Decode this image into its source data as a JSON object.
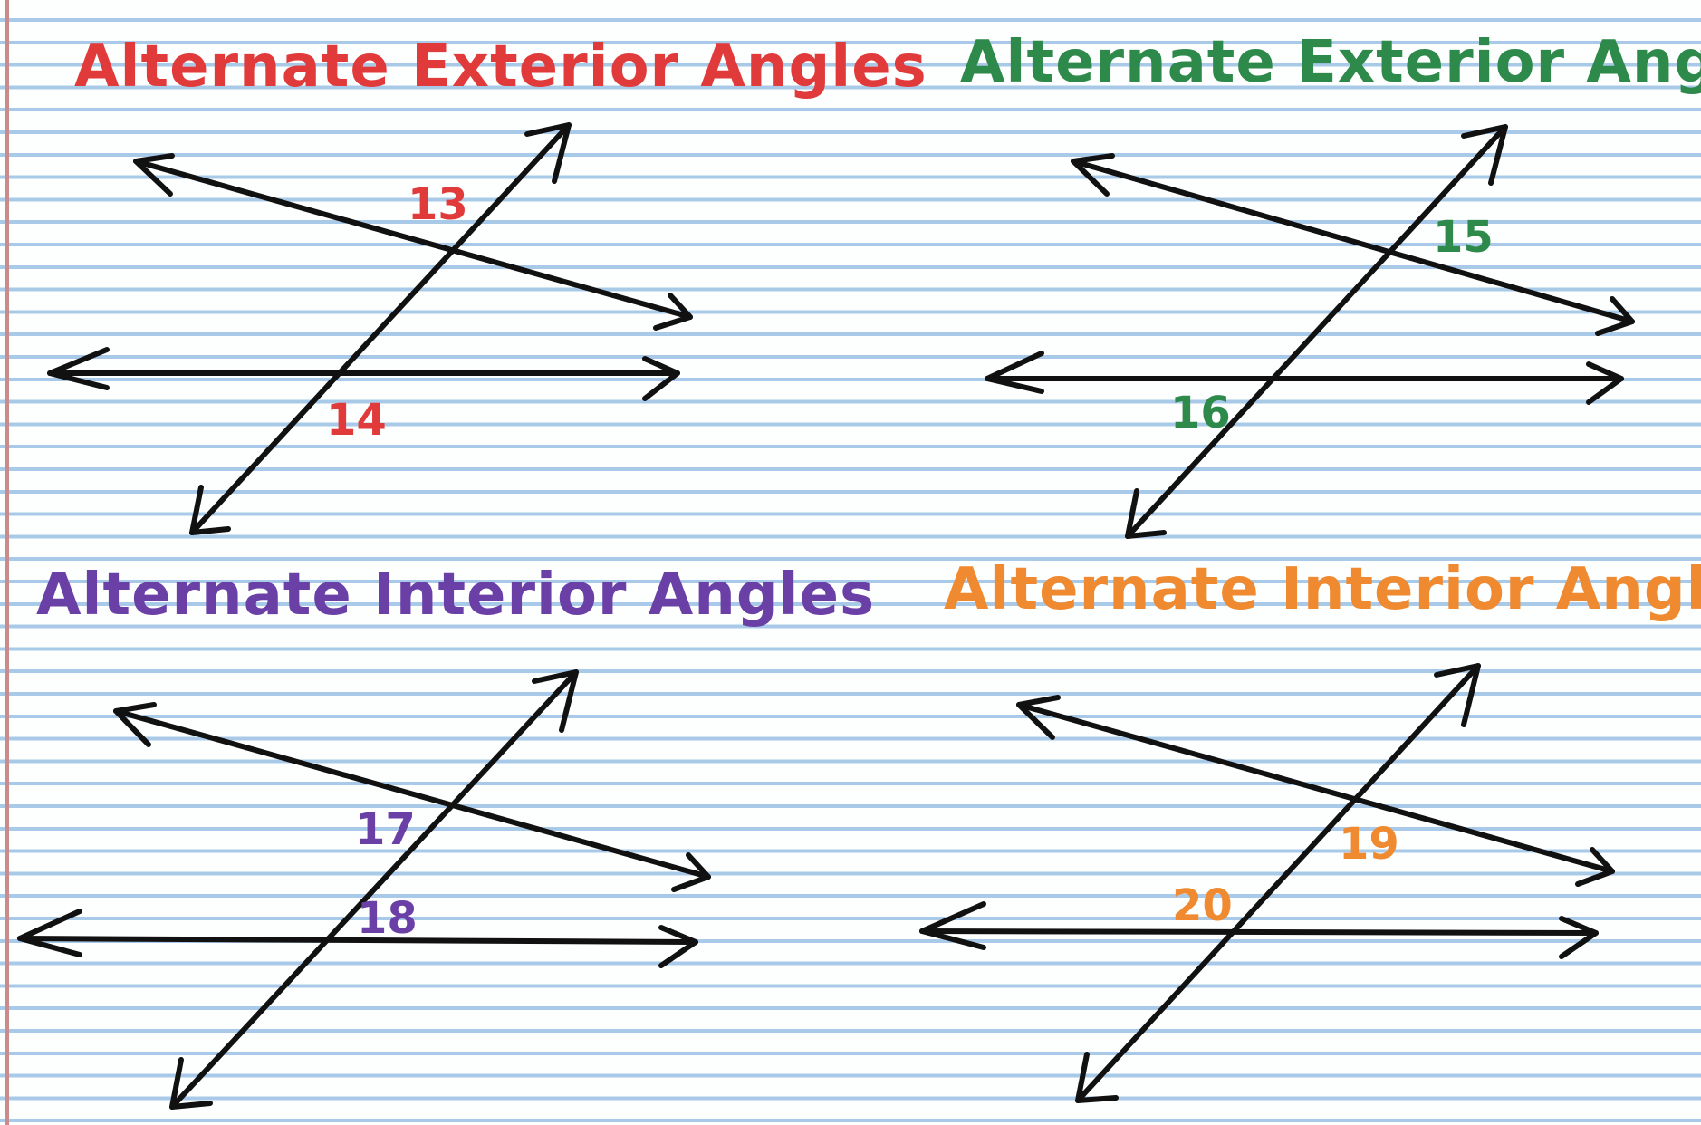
{
  "panels": [
    {
      "title": "Alternate Exterior Angles",
      "color": "#e03a3a",
      "labels": [
        "13",
        "14"
      ]
    },
    {
      "title": "Alternate Exterior Angles",
      "color": "#2e8a4a",
      "labels": [
        "15",
        "16"
      ]
    },
    {
      "title": "Alternate Interior Angles",
      "color": "#6a3fa6",
      "labels": [
        "17",
        "18"
      ]
    },
    {
      "title": "Alternate Interior Angles",
      "color": "#f08a30",
      "labels": [
        "19",
        "20"
      ]
    }
  ]
}
